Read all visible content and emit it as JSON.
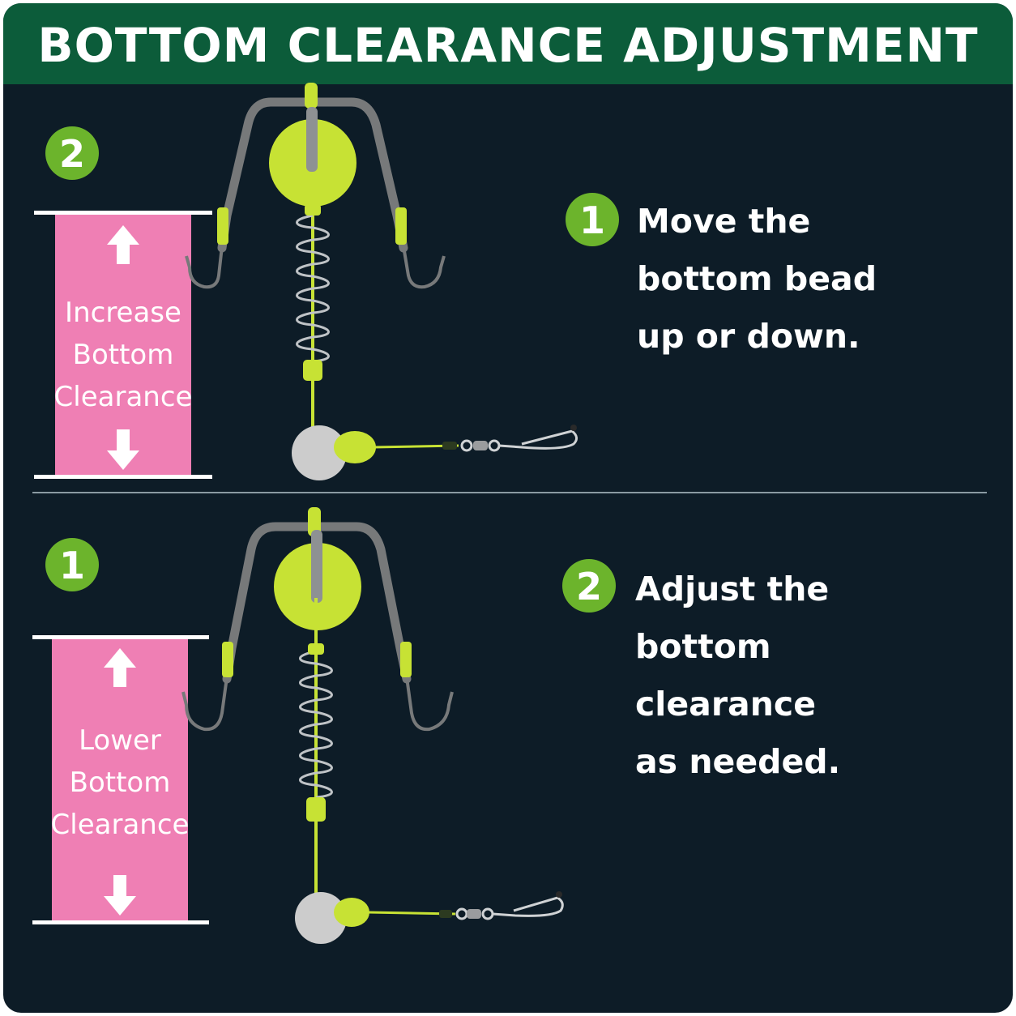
{
  "title": "BOTTOM CLEARANCE ADJUSTMENT",
  "colors": {
    "header_bg": "#0c5c3a",
    "background": "#0d1c27",
    "badge": "#6cb42c",
    "pink_panel": "#ef7fb4",
    "lime": "#c7e234",
    "wire": "#77797a",
    "sinker": "#cccccc"
  },
  "top_section": {
    "badge": "2",
    "panel_lines": [
      "Increase",
      "Bottom",
      "Clearance"
    ],
    "step_badge": "1",
    "step_lines": [
      "Move the",
      "bottom bead",
      "up or down."
    ]
  },
  "bottom_section": {
    "badge": "1",
    "panel_lines": [
      "Lower",
      "Bottom",
      "Clearance"
    ],
    "step_badge": "2",
    "step_lines": [
      "Adjust the",
      "bottom",
      "clearance",
      "as needed."
    ]
  },
  "icons": [
    "arrow-up-icon",
    "arrow-down-icon",
    "fishing-rig-illustration"
  ]
}
